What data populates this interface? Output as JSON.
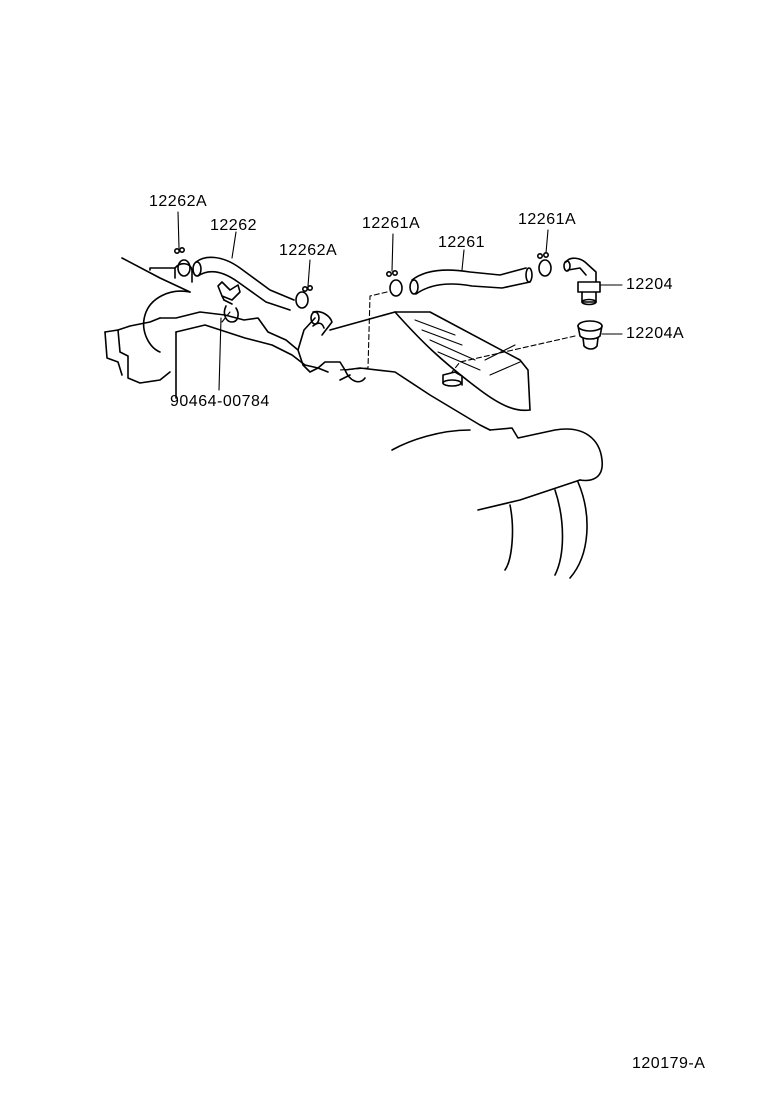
{
  "diagram": {
    "labels": {
      "clamp_12262a_left": "12262A",
      "hose_12262": "12262",
      "clamp_12262a_right": "12262A",
      "clamp_12261a_left": "12261A",
      "hose_12261": "12261",
      "clamp_12261a_right": "12261A",
      "valve_12204": "12204",
      "grommet_12204a": "12204A",
      "clip_90464": "90464-00784",
      "figure_number": "120179-A"
    },
    "colors": {
      "line": "#000000",
      "background": "#ffffff"
    }
  }
}
